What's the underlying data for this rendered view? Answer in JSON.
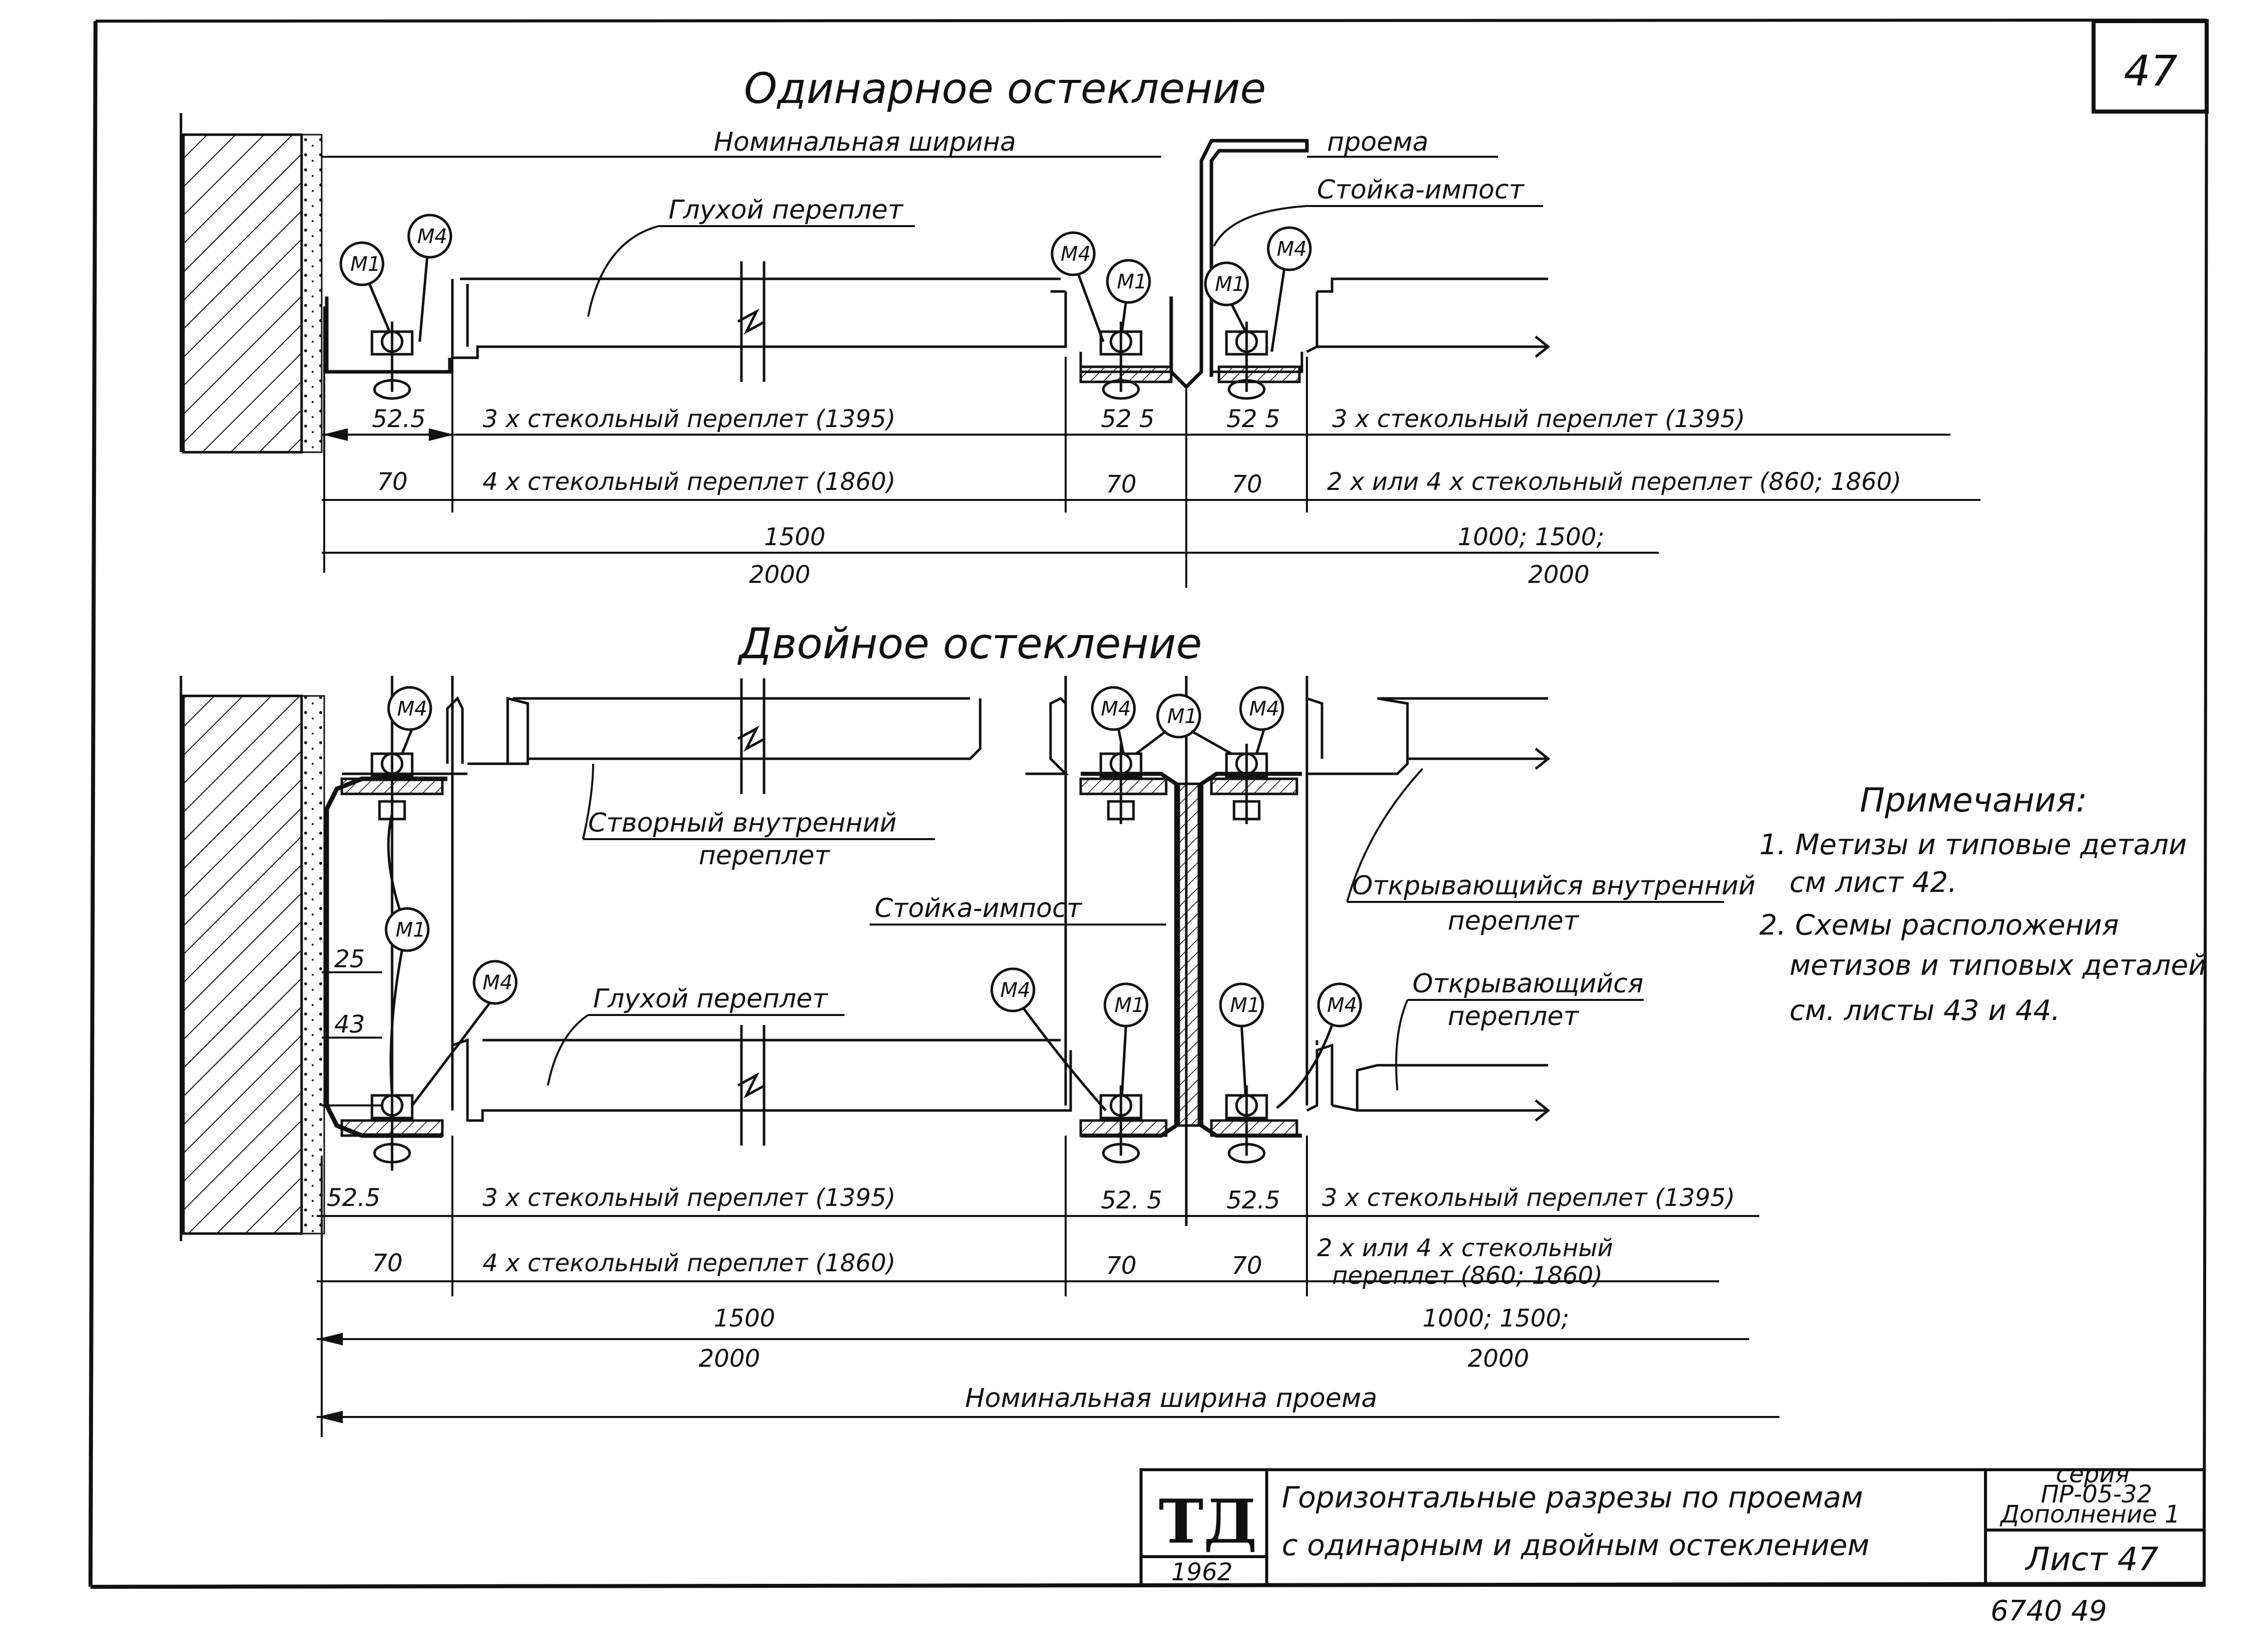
{
  "sheet_number": "47",
  "single_section": {
    "title": "Одинарное остекление",
    "nominal_left": "Номинальная ширина",
    "nominal_right": "проема",
    "post_label": "Стойка-импост",
    "fixed_frame_label": "Глухой переплет",
    "callout_m1": "М1",
    "callout_m4": "М4",
    "dims_row1": [
      "52.5",
      "3 х стекольный переплет (1395)",
      "52 5",
      "52 5",
      "3 х стекольный переплет (1395)"
    ],
    "dims_row2": [
      "70",
      "4 х стекольный переплет (1860)",
      "70",
      "70",
      "2 х или 4 х стекольный переплет (860; 1860)"
    ],
    "total_left_a": "1500",
    "total_left_b": "2000",
    "total_right_a": "1000; 1500;",
    "total_right_b": "2000"
  },
  "double_section": {
    "title": "Двойное остекление",
    "hinged_inner_label_1": "Створный внутренний",
    "hinged_inner_label_2": "переплет",
    "post_label": "Стойка-импост",
    "opening_inner_label_1": "Открывающийся внутренний",
    "opening_inner_label_2": "переплет",
    "fixed_frame_label": "Глухой переплет",
    "opening_label_1": "Открывающийся",
    "opening_label_2": "переплет",
    "dim_25": "25",
    "dim_43": "43",
    "dims_row1": [
      "52.5",
      "3 х стекольный переплет (1395)",
      "52. 5",
      "52.5",
      "3 х стекольный переплет (1395)"
    ],
    "dims_row2": [
      "70",
      "4 х стекольный переплет (1860)",
      "70",
      "70",
      "2 х или 4 х стекольный",
      "переплет (860; 1860)"
    ],
    "total_left_a": "1500",
    "total_left_b": "2000",
    "total_right_a": "1000; 1500;",
    "total_right_b": "2000",
    "nominal": "Номинальная ширина проема"
  },
  "notes": {
    "heading": "Примечания:",
    "lines": [
      "1. Метизы и типовые детали",
      "см лист 42.",
      "2. Схемы расположения",
      "метизов и типовых деталей",
      "см. листы 43 и 44."
    ]
  },
  "title_block": {
    "logo": "ТД",
    "year": "1962",
    "title_line1": "Горизонтальные разрезы по проемам",
    "title_line2": "с одинарным и двойным остеклением",
    "series_1": "серия",
    "series_2": "ПР-05-32",
    "series_3": "Дополнение 1",
    "sheet_label": "Лист 47",
    "bottom_code": "6740   49"
  }
}
